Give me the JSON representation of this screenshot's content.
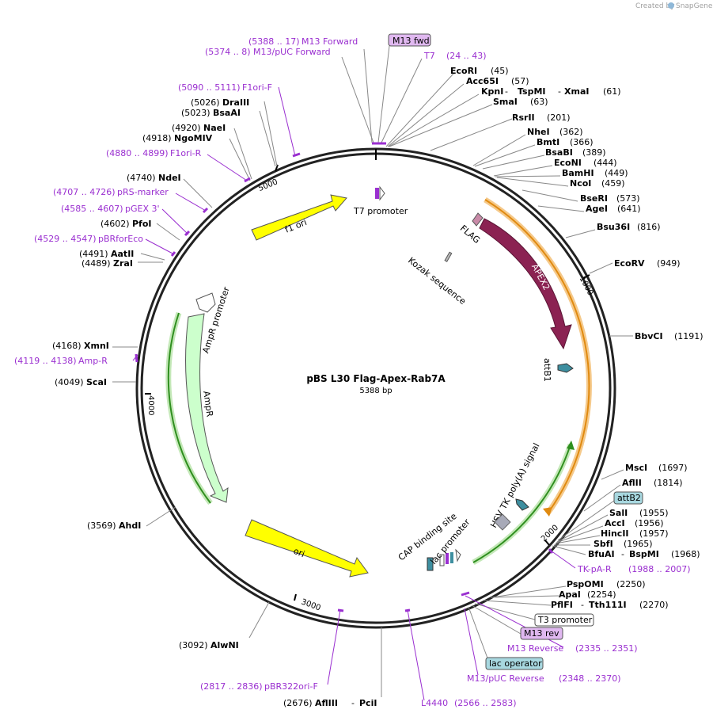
{
  "credit": {
    "prefix": "Created by",
    "brand": "SnapGene"
  },
  "plasmid": {
    "name": "pBS L30 Flag-Apex-Rab7A",
    "length": "5388 bp"
  },
  "ticks": [
    "1000",
    "2000",
    "3000",
    "4000",
    "5000"
  ],
  "features": {
    "t7_promoter": "T7 promoter",
    "flag": "FLAG",
    "apex2": "APEX2",
    "kozak": "Kozak sequence",
    "attb1": "attB1",
    "hsv": "HSV TK poly(A) signal",
    "lac_promoter": "lac promoter",
    "cap": "CAP binding site",
    "ori": "ori",
    "ampr": "AmpR",
    "ampr_promoter": "AmpR promoter",
    "f1_ori": "f1 ori"
  },
  "boxed_labels": {
    "m13_fwd": "M13 fwd",
    "attb2": "attB2",
    "t3_promoter": "T3 promoter",
    "m13_rev": "M13 rev",
    "lac_operator": "lac operator"
  },
  "primers": {
    "m13_forward": {
      "range": "(5388 .. 17)",
      "name": "M13 Forward"
    },
    "m13_puc_forward": {
      "range": "(5374 .. 8)",
      "name": "M13/pUC Forward"
    },
    "t7": {
      "name": "T7",
      "range": "(24 .. 43)"
    },
    "f1ori_f": {
      "range": "(5090 .. 5111)",
      "name": "F1ori-F"
    },
    "f1ori_r": {
      "range": "(4880 .. 4899)",
      "name": "F1ori-R"
    },
    "prs_marker": {
      "range": "(4707 .. 4726)",
      "name": "pRS-marker"
    },
    "pgex3": {
      "range": "(4585 .. 4607)",
      "name": "pGEX 3'"
    },
    "pbrforeco": {
      "range": "(4529 .. 4547)",
      "name": "pBRforEco"
    },
    "amp_r": {
      "range": "(4119 .. 4138)",
      "name": "Amp-R"
    },
    "tk_pa_r": {
      "name": "TK-pA-R",
      "range": "(1988 .. 2007)"
    },
    "m13_reverse": {
      "name": "M13 Reverse",
      "range": "(2335 .. 2351)"
    },
    "m13_puc_reverse": {
      "name": "M13/pUC Reverse",
      "range": "(2348 .. 2370)"
    },
    "pbr322ori_f": {
      "range": "(2817 .. 2836)",
      "name": "pBR322ori-F"
    },
    "l4440": {
      "name": "L4440",
      "range": "(2566 .. 2583)"
    }
  },
  "enzymes": {
    "ecori": {
      "name": "EcoRI",
      "pos": "(45)"
    },
    "acc65i": {
      "name": "Acc65I",
      "pos": "(57)"
    },
    "kpni": {
      "name": "KpnI",
      "sep1": "-",
      "name2": "TspMI",
      "sep2": "-",
      "name3": "XmaI",
      "pos": "(61)"
    },
    "smai": {
      "name": "SmaI",
      "pos": "(63)"
    },
    "rsrii": {
      "name": "RsrII",
      "pos": "(201)"
    },
    "nhei": {
      "name": "NheI",
      "pos": "(362)"
    },
    "bmti": {
      "name": "BmtI",
      "pos": "(366)"
    },
    "bsabi": {
      "name": "BsaBI",
      "pos": "(389)"
    },
    "econi": {
      "name": "EcoNI",
      "pos": "(444)"
    },
    "bamhi": {
      "name": "BamHI",
      "pos": "(449)"
    },
    "ncoi": {
      "name": "NcoI",
      "pos": "(459)"
    },
    "bseri": {
      "name": "BseRI",
      "pos": "(573)"
    },
    "agei": {
      "name": "AgeI",
      "pos": "(641)"
    },
    "bsu36i": {
      "name": "Bsu36I",
      "pos": "(816)"
    },
    "ecorv": {
      "name": "EcoRV",
      "pos": "(949)"
    },
    "bbvci": {
      "name": "BbvCI",
      "pos": "(1191)"
    },
    "msci": {
      "name": "MscI",
      "pos": "(1697)"
    },
    "aflii": {
      "name": "AflII",
      "pos": "(1814)"
    },
    "sali": {
      "name": "SalI",
      "pos": "(1955)"
    },
    "acci": {
      "name": "AccI",
      "pos": "(1956)"
    },
    "hincii": {
      "name": "HincII",
      "pos": "(1957)"
    },
    "sbfi": {
      "name": "SbfI",
      "pos": "(1965)"
    },
    "bfuai": {
      "name": "BfuAI",
      "sep": "-",
      "name2": "BspMI",
      "pos": "(1968)"
    },
    "pspomi": {
      "name": "PspOMI",
      "pos": "(2250)"
    },
    "apai": {
      "name": "ApaI",
      "pos": "(2254)"
    },
    "pflfi": {
      "name": "PflFI",
      "sep": "-",
      "name2": "Tth111I",
      "pos": "(2270)"
    },
    "afliii": {
      "pos": "(2676)",
      "name": "AflIII",
      "sep": "-",
      "name2": "PciI"
    },
    "alwni": {
      "pos": "(3092)",
      "name": "AlwNI"
    },
    "ahdi": {
      "pos": "(3569)",
      "name": "AhdI"
    },
    "scai": {
      "pos": "(4049)",
      "name": "ScaI"
    },
    "xmni": {
      "pos": "(4168)",
      "name": "XmnI"
    },
    "zrai": {
      "pos": "(4489)",
      "name": "ZraI"
    },
    "aatii": {
      "pos": "(4491)",
      "name": "AatII"
    },
    "pfoi": {
      "pos": "(4602)",
      "name": "PfoI"
    },
    "ndei": {
      "pos": "(4740)",
      "name": "NdeI"
    },
    "ngomiv": {
      "pos": "(4918)",
      "name": "NgoMIV"
    },
    "naei": {
      "pos": "(4920)",
      "name": "NaeI"
    },
    "bsaai": {
      "pos": "(5023)",
      "name": "BsaAI"
    },
    "draiii": {
      "pos": "(5026)",
      "name": "DraIII"
    }
  },
  "colors": {
    "primer": "#9a2fd0",
    "apex2": "#8b2252",
    "flag": "#c98aa8",
    "yellow": "#ffff00",
    "ampr": "#ccffcc",
    "orange_arc": "#f5a623",
    "green_arc": "#2f8f1f",
    "boxed_teal": "#a8d8e0",
    "boxed_purple": "#e0b8f0"
  }
}
